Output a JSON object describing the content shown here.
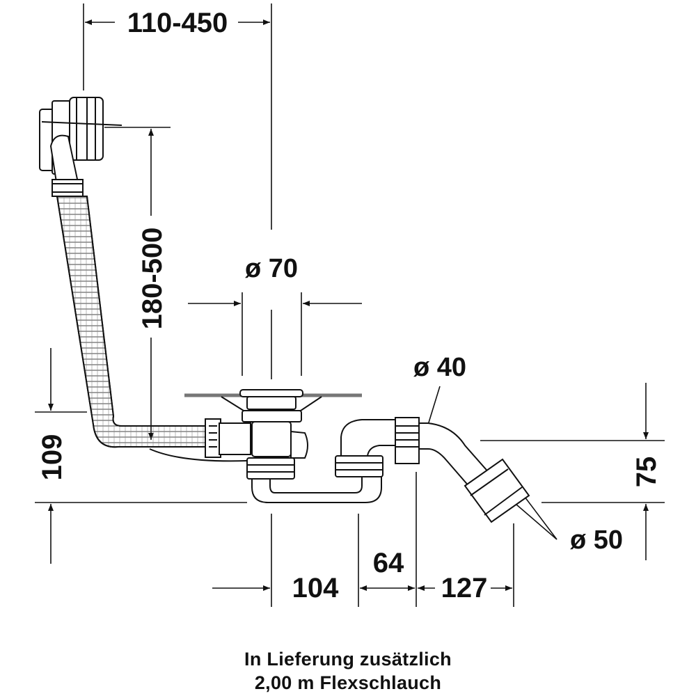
{
  "dimensions": {
    "overflow_offset": "110-450",
    "overflow_height": "180-500",
    "drain_diameter": "ø 70",
    "outlet_diameter": "ø 40",
    "pipe_diameter": "ø 50",
    "trap_height": "109",
    "outlet_height": "75",
    "trap_width": "104",
    "outlet_offset": "64",
    "pipe_offset": "127"
  },
  "note": {
    "line1": "In Lieferung zusätzlich",
    "line2": "2,00 m Flexschlauch"
  }
}
